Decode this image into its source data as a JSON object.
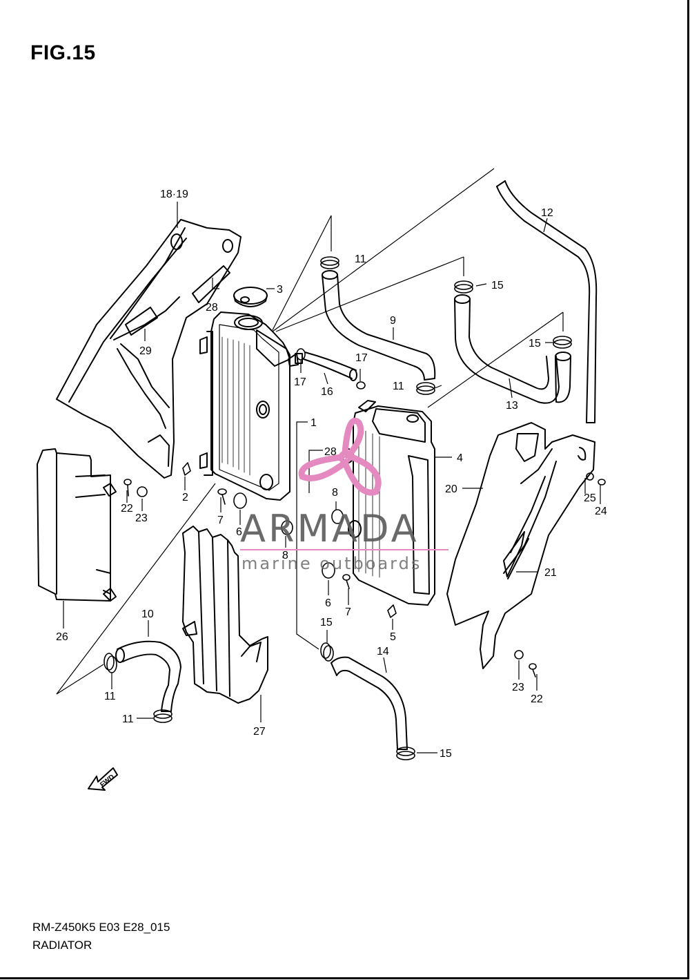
{
  "figure": {
    "title": "FIG.15",
    "code": "RM-Z450K5 E03 E28_015",
    "caption": "RADIATOR"
  },
  "watermark": {
    "brand": "ARMADA",
    "tagline": "marine outboards",
    "logo_color": "#e58ac0"
  },
  "fwd_label": "FWD",
  "callouts": {
    "c18_19": "18·19",
    "c12": "12",
    "c11a": "11",
    "c15a": "15",
    "c3": "3",
    "c28a": "28",
    "c9": "9",
    "c15b": "15",
    "c29": "29",
    "c17a": "17",
    "c17b": "17",
    "c16": "16",
    "c11b": "11",
    "c13": "13",
    "c1": "1",
    "c28b": "28",
    "c4": "4",
    "c20": "20",
    "c25": "25",
    "c24": "24",
    "c2": "2",
    "c22a": "22",
    "c23a": "23",
    "c8a": "8",
    "c7a": "7",
    "c6a": "6",
    "c8b": "8",
    "c21": "21",
    "c26": "26",
    "c6b": "6",
    "c7b": "7",
    "c5": "5",
    "c10": "10",
    "c15c": "15",
    "c14": "14",
    "c23b": "23",
    "c22b": "22",
    "c11c": "11",
    "c27": "27",
    "c11d": "11",
    "c15d": "15"
  }
}
